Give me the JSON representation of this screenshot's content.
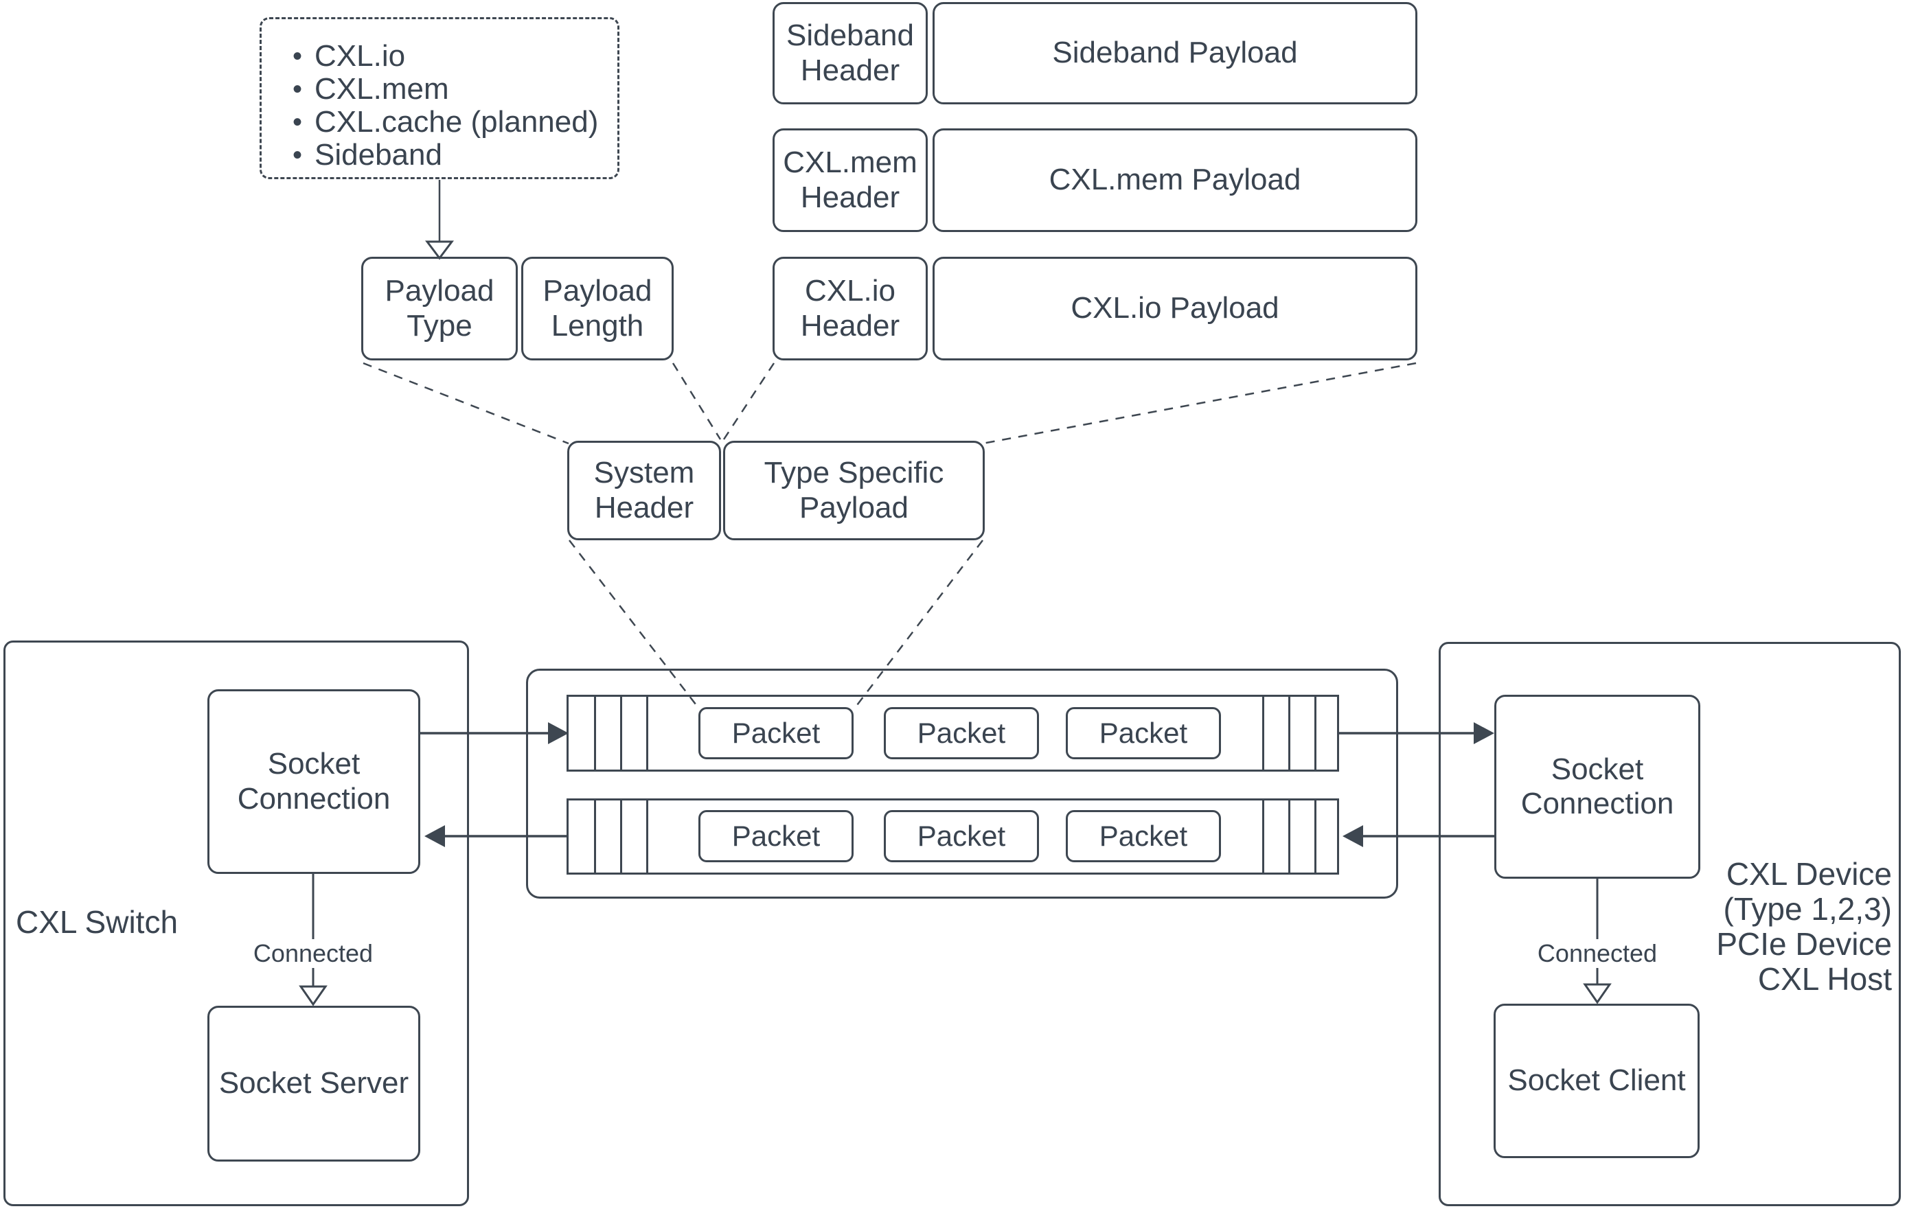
{
  "colors": {
    "ink": "#3a4450",
    "stroke": "#3e4751",
    "background": "#ffffff"
  },
  "legend": {
    "bullet": "•",
    "items": [
      "CXL.io",
      "CXL.mem",
      "CXL.cache (planned)",
      "Sideband"
    ]
  },
  "message_rows": [
    {
      "header": "Sideband Header",
      "payload": "Sideband Payload"
    },
    {
      "header": "CXL.mem Header",
      "payload": "CXL.mem Payload"
    },
    {
      "header": "CXL.io Header",
      "payload": "CXL.io Payload"
    }
  ],
  "fields": {
    "payload_type": "Payload Type",
    "payload_length": "Payload Length",
    "system_header": "System Header",
    "type_specific_payload": "Type Specific Payload"
  },
  "stream": {
    "packet": "Packet"
  },
  "left_side": {
    "container_label": "CXL Switch",
    "connection": "Socket Connection",
    "server": "Socket Server",
    "edge_label": "Connected"
  },
  "right_side": {
    "connection": "Socket Connection",
    "client": "Socket Client",
    "edge_label": "Connected",
    "annotation_lines": [
      "CXL Device",
      "(Type 1,2,3)",
      "PCIe Device",
      "CXL Host"
    ]
  }
}
